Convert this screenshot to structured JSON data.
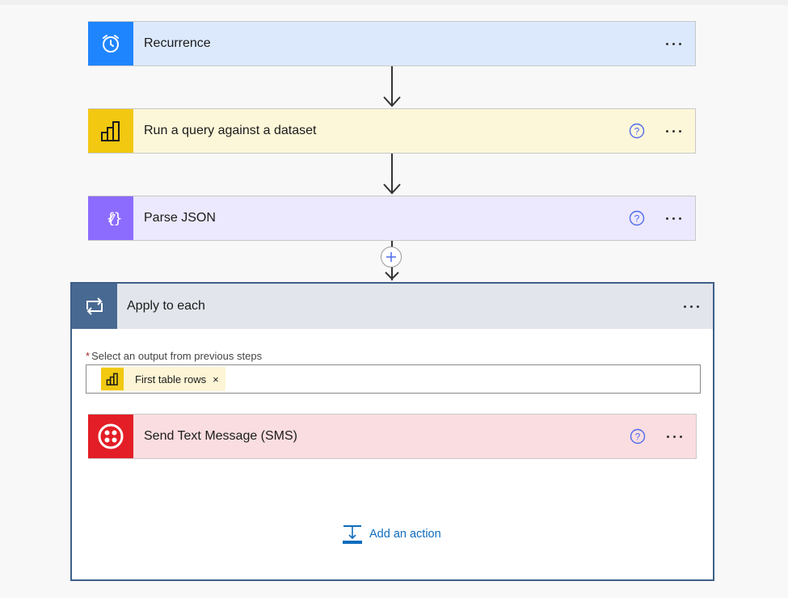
{
  "steps": [
    {
      "title": "Recurrence",
      "icon": "alarm-clock-icon",
      "color": "#1f85ff",
      "bg": "#dce9fd"
    },
    {
      "title": "Run a query against a dataset",
      "icon": "power-bi-icon",
      "color": "#f2c811",
      "bg": "#fdf7d9"
    },
    {
      "title": "Parse JSON",
      "icon": "json-braces-icon",
      "color": "#8c6cff",
      "bg": "#ece8fd"
    }
  ],
  "apply_to_each": {
    "title": "Apply to each",
    "icon": "loop-icon",
    "field_required_mark": "*",
    "field_label": "Select an output from previous steps",
    "token": {
      "label": "First table rows",
      "close": "×",
      "icon": "power-bi-icon"
    },
    "inner_step": {
      "title": "Send Text Message (SMS)",
      "icon": "twilio-icon",
      "color": "#e31e26",
      "bg": "#fadde0"
    },
    "add_action_label": "Add an action"
  },
  "help_glyph": "?",
  "colors": {
    "accent": "#0f6cbd",
    "scope_border": "#3e5f89",
    "scope_head": "#486991"
  }
}
